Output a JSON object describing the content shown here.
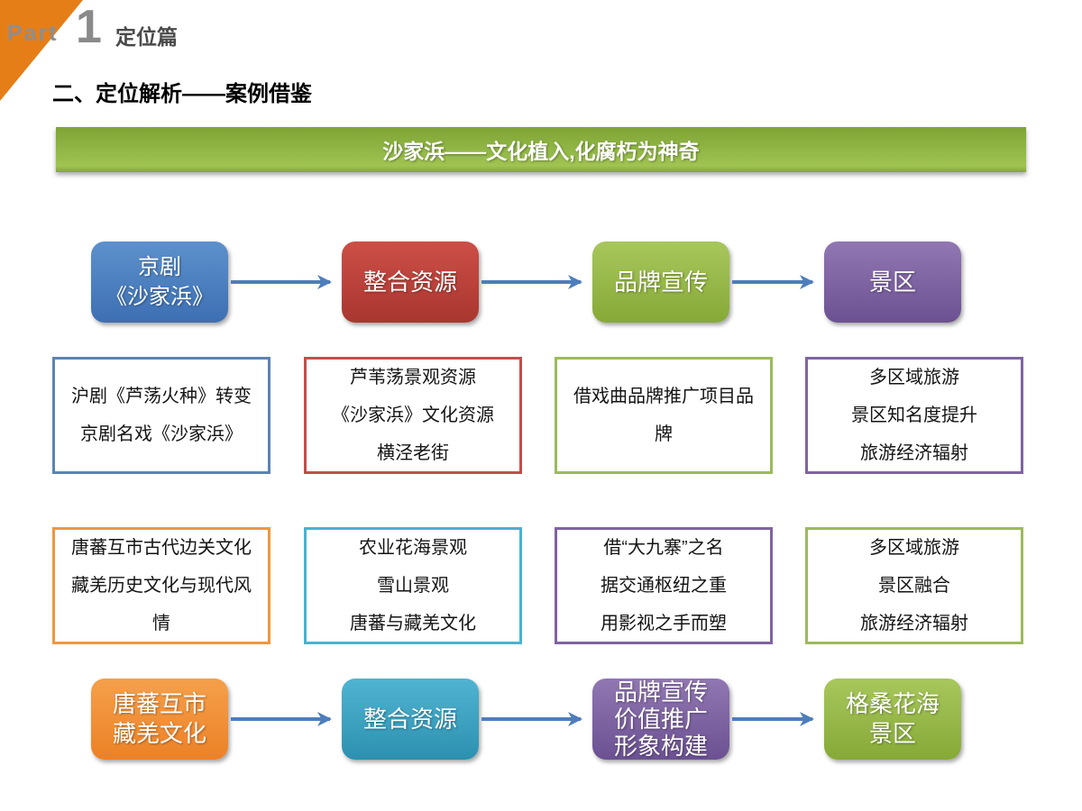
{
  "part_header": {
    "part_label": "Part",
    "part_number": "1",
    "section_label": "定位篇"
  },
  "page_title": "二、定位解析——案例借鉴",
  "banner": {
    "title": "沙家浜——文化植入,化腐朽为神奇",
    "background_color": "#8fb437"
  },
  "flow_top": {
    "nodes": [
      {
        "label": [
          "京剧",
          "《沙家浜》"
        ],
        "color": "#4f81bd"
      },
      {
        "label": [
          "整合资源"
        ],
        "color": "#c0504d"
      },
      {
        "label": [
          "品牌宣传"
        ],
        "color": "#9bbb59"
      },
      {
        "label": [
          "景区"
        ],
        "color": "#8064a2"
      }
    ]
  },
  "case_rows": [
    {
      "boxes": [
        {
          "lines": [
            "沪剧《芦荡火种》转变",
            "京剧名戏《沙家浜》"
          ],
          "border_color": "#5b84b4"
        },
        {
          "lines": [
            "芦苇荡景观资源",
            "《沙家浜》文化资源",
            "横泾老街"
          ],
          "border_color": "#c0504d"
        },
        {
          "lines": [
            "借戏曲品牌推广项目品",
            "牌"
          ],
          "border_color": "#9bbb59"
        },
        {
          "lines": [
            "多区域旅游",
            "景区知名度提升",
            "旅游经济辐射"
          ],
          "border_color": "#8064a2"
        }
      ]
    },
    {
      "boxes": [
        {
          "lines": [
            "唐蕃互市古代边关文化",
            "藏羌历史文化与现代风",
            "情"
          ],
          "border_color": "#f79646"
        },
        {
          "lines": [
            "农业花海景观",
            "雪山景观",
            "唐蕃与藏羌文化"
          ],
          "border_color": "#4bacc6"
        },
        {
          "lines": [
            "借“大九寨”之名",
            "据交通枢纽之重",
            "用影视之手而塑"
          ],
          "border_color": "#8064a2"
        },
        {
          "lines": [
            "多区域旅游",
            "景区融合",
            "旅游经济辐射"
          ],
          "border_color": "#9bbb59"
        }
      ]
    }
  ],
  "flow_bottom": {
    "nodes": [
      {
        "label": [
          "唐蕃互市",
          "藏羌文化"
        ],
        "color": "#f79646"
      },
      {
        "label": [
          "整合资源"
        ],
        "color": "#4bacc6"
      },
      {
        "label": [
          "品牌宣传",
          "价值推广",
          "形象构建"
        ],
        "color": "#8064a2"
      },
      {
        "label": [
          "格桑花海",
          "景区"
        ],
        "color": "#9bbb59"
      }
    ]
  },
  "colors": {
    "corner_triangle": "#e67e17",
    "arrow": "#4e7dbb"
  }
}
